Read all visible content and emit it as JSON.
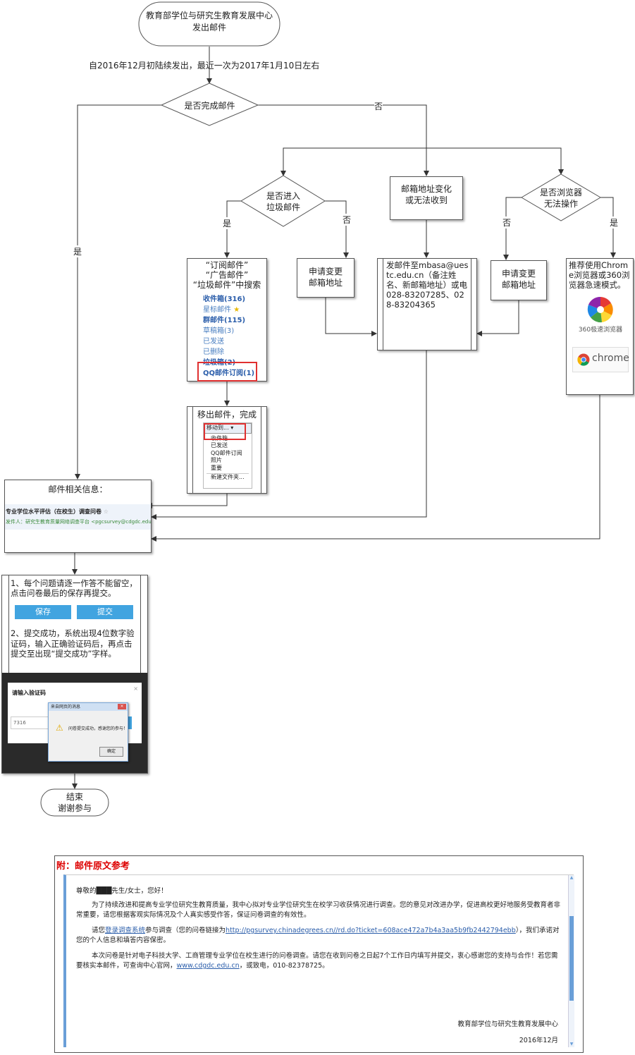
{
  "start": {
    "line1": "教育部学位与研究生教育发展中心",
    "line2": "发出邮件"
  },
  "send_note": "自2016年12月初陆续发出，最近一次为2017年1月10日左右",
  "decision_complete": {
    "text": "是否完成邮件",
    "no": "否",
    "yes": "是"
  },
  "decision_spam": {
    "line1": "是否进入",
    "line2": "垃圾邮件",
    "yes": "是",
    "no": "否"
  },
  "address_change": {
    "line1": "邮箱地址变化",
    "line2": "或无法收到"
  },
  "decision_browser": {
    "line1": "是否浏览器",
    "line2": "无法操作",
    "no": "否",
    "yes": "是"
  },
  "search_box": {
    "line1": "“订阅邮件”",
    "line2": "“广告邮件”",
    "line3": "“垃圾邮件”中搜索",
    "folders": [
      "收件箱(316)",
      "星标邮件",
      "群邮件(115)",
      "草稿箱(3)",
      "已发送",
      "已删除",
      "垃圾箱(2)",
      "QQ邮件订阅(1)"
    ]
  },
  "apply_change_1": {
    "line1": "申请变更",
    "line2": "邮箱地址"
  },
  "send_mail_box": {
    "text": "发邮件至mbasa@uestc.edu.cn（备注姓名、新邮箱地址）或电028-83207285、028-83204365"
  },
  "apply_change_2": {
    "line1": "申请变更",
    "line2": "邮箱地址"
  },
  "browser_box": {
    "text": "推荐使用Chrome浏览器或360浏览器急速模式。",
    "logo360": "360极速浏览器",
    "chrome": "chrome"
  },
  "move_box": {
    "title": "移出邮件，完成",
    "dropdown": "移动到...",
    "items": [
      "收件箱",
      "已发送",
      "QQ邮件订阅",
      "照片",
      "重要",
      "新建文件夹..."
    ]
  },
  "mail_info": {
    "title": "邮件相关信息：",
    "subject": "专业学位水平评估（在校生）调查问卷",
    "sender": "发件人：研究生教育质量网络调查平台 <pgcsurvey@cdgdc.edu.cn>"
  },
  "instructions": {
    "step1": "1、每个问题请逐一作答不能留空，点击问卷最后的保存再提交。",
    "save": "保存",
    "submit": "提交",
    "step2": "2、提交成功，系统出现4位数字验证码，输入正确验证码后，再点击提交至出现“提交成功”字样。",
    "captcha_title": "请输入验证码",
    "captcha_value": "7316",
    "dialog_title": "来自网页的消息",
    "dialog_msg": "问卷提交成功，感谢您的参与！",
    "dialog_ok": "确定"
  },
  "end": {
    "line1": "结束",
    "line2": "谢谢参与"
  },
  "appendix": {
    "title": "附：邮件原文参考",
    "greeting": "尊敬的███先生/女士，您好！",
    "p1": "为了持续改进和提高专业学位研究生教育质量，我中心拟对专业学位研究生在校学习收获情况进行调查。您的意见对改进办学，促进高校更好地服务受教育者非常重要，请您根据客观实际情况及个人真实感受作答，保证问卷调查的有效性。",
    "p2_pre": "请您",
    "p2_link1": "登录调查系统",
    "p2_mid": "参与调查（您的问卷链接为",
    "p2_link2": "http://pgsurvey.chinadegrees.cn//rd.do?ticket=608ace472a7b4a3aa5b9fb2442794ebb",
    "p2_post": "），我们承诺对您的个人信息和填答内容保密。",
    "p3_pre": "本次问卷是针对电子科技大学、工商管理专业学位在校生进行的问卷调查。请您在收到问卷之日起7个工作日内填写并提交，衷心感谢您的支持与合作！若您需要核实本邮件，可查询中心官网，",
    "p3_link": "www.cdgdc.edu.cn",
    "p3_post": "，或致电，010-82378725。",
    "sign": "教育部学位与研究生教育发展中心",
    "date": "2016年12月"
  }
}
